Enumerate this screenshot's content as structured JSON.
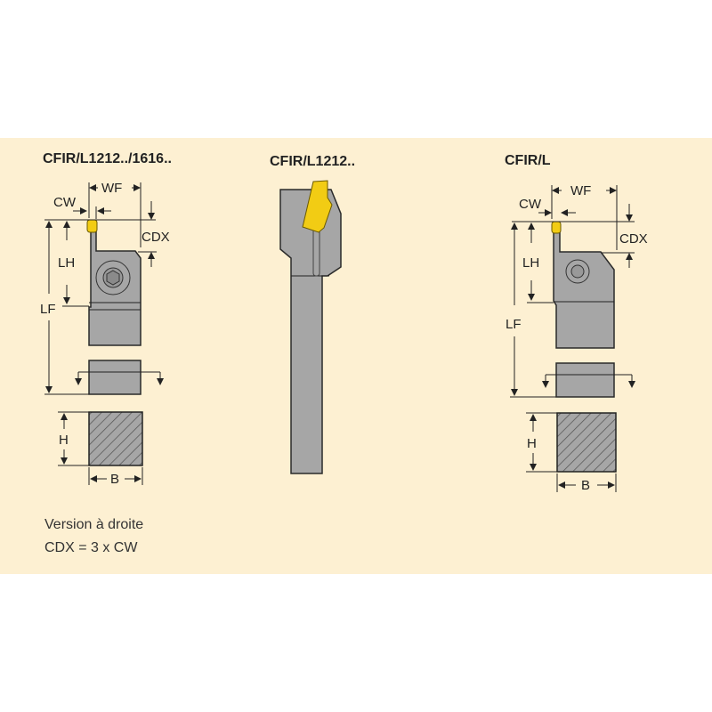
{
  "diagrams": [
    {
      "title": "CFIR/L1212../1616..",
      "labels": {
        "cw": "CW",
        "wf": "WF",
        "cdx": "CDX",
        "lh": "LH",
        "lf": "LF",
        "h": "H",
        "b": "B"
      }
    },
    {
      "title": "CFIR/L1212.."
    },
    {
      "title": "CFIR/L",
      "labels": {
        "cw": "CW",
        "wf": "WF",
        "cdx": "CDX",
        "lh": "LH",
        "lf": "LF",
        "h": "H",
        "b": "B"
      }
    }
  ],
  "notes": [
    "Version à droite",
    "CDX = 3 x CW"
  ],
  "colors": {
    "panel": "#fdf0d2",
    "tool": "#a6a6a6",
    "insert": "#f2cc14"
  }
}
